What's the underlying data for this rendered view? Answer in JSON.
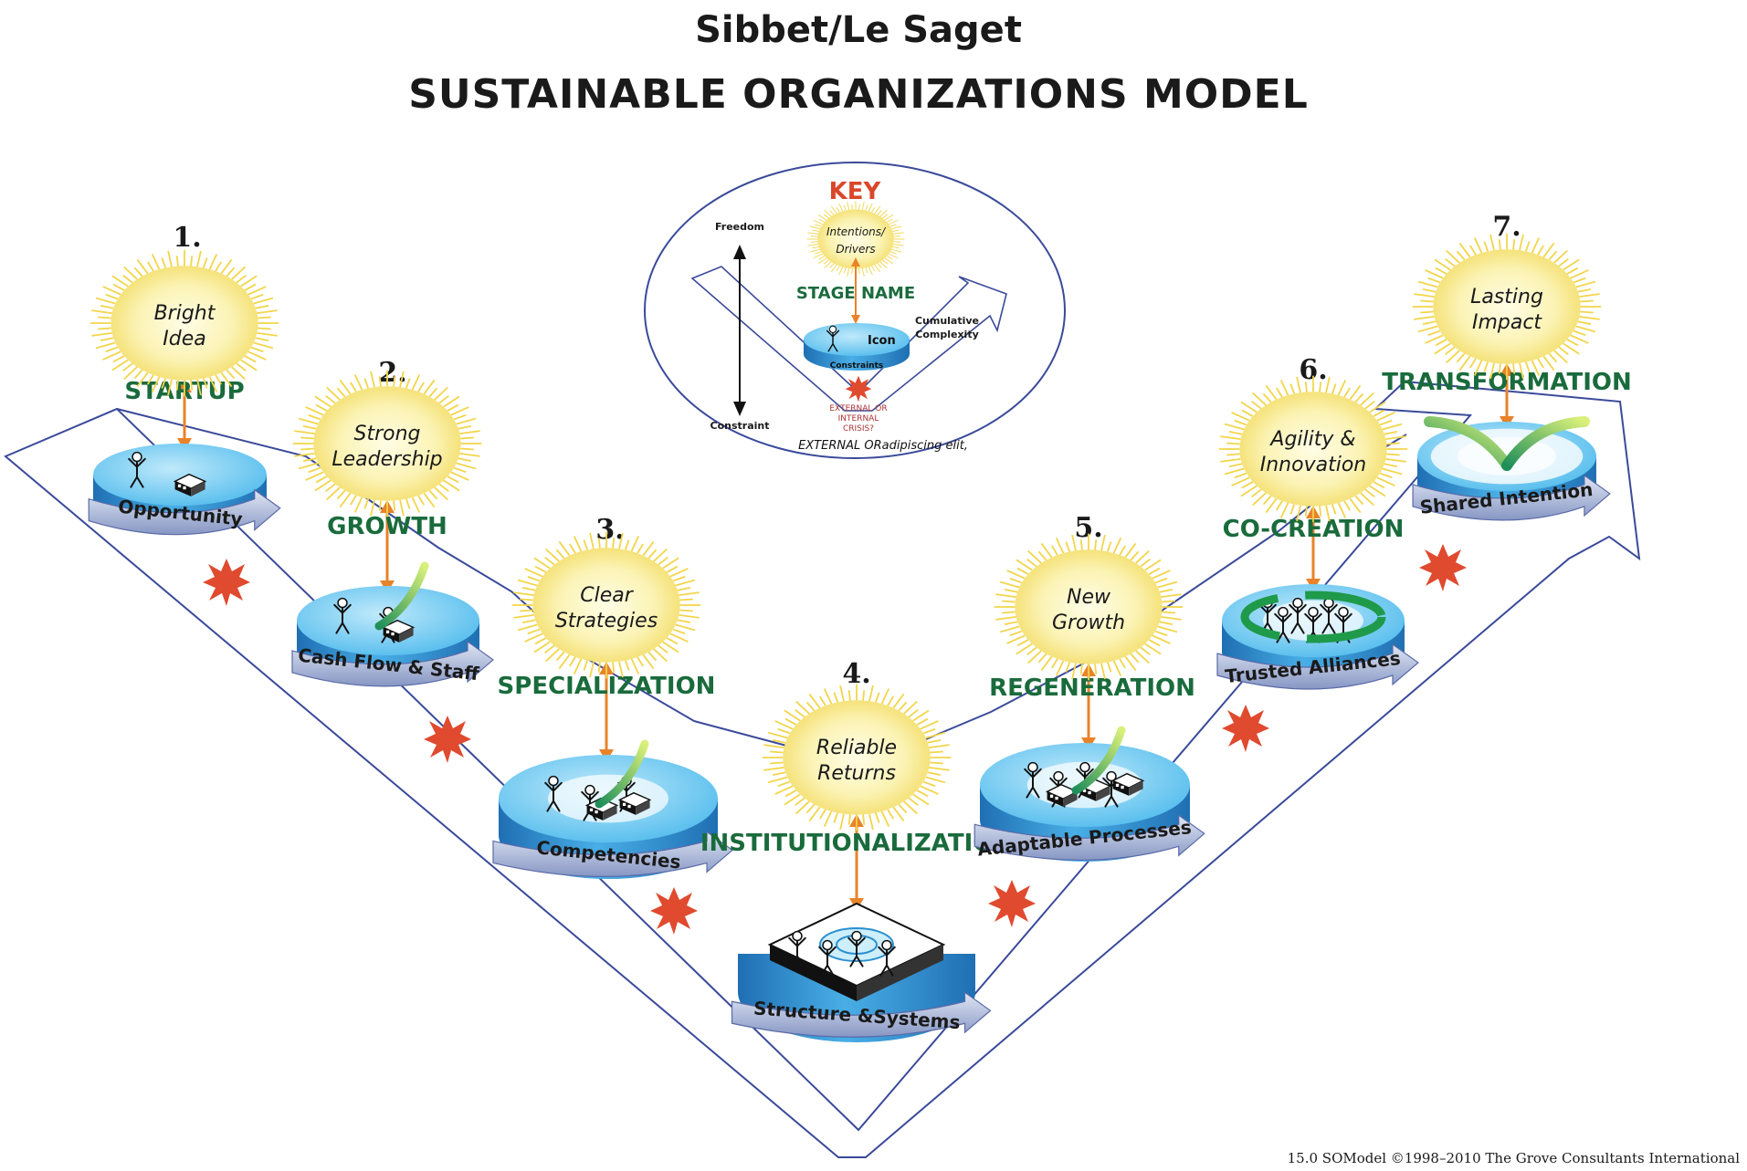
{
  "header": {
    "author": "Sibbet/Le Saget",
    "title": "SUSTAINABLE ORGANIZATIONS MODEL"
  },
  "stages": [
    {
      "number": "1.",
      "name": "STARTUP",
      "driver_line1": "Bright",
      "driver_line2": "Idea",
      "constraint": "Opportunity"
    },
    {
      "number": "2.",
      "name": "GROWTH",
      "driver_line1": "Strong",
      "driver_line2": "Leadership",
      "constraint": "Cash Flow & Staff"
    },
    {
      "number": "3.",
      "name": "SPECIALIZATION",
      "driver_line1": "Clear",
      "driver_line2": "Strategies",
      "constraint": "Competencies"
    },
    {
      "number": "4.",
      "name": "INSTITUTIONALIZATION",
      "driver_line1": "Reliable",
      "driver_line2": "Returns",
      "constraint": "Structure &Systems"
    },
    {
      "number": "5.",
      "name": "REGENERATION",
      "driver_line1": "New",
      "driver_line2": "Growth",
      "constraint": "Adaptable Processes"
    },
    {
      "number": "6.",
      "name": "CO-CREATION",
      "driver_line1": "Agility &",
      "driver_line2": "Innovation",
      "constraint": "Trusted Alliances"
    },
    {
      "number": "7.",
      "name": "TRANSFORMATION",
      "driver_line1": "Lasting",
      "driver_line2": "Impact",
      "constraint": "Shared Intention"
    }
  ],
  "key": {
    "title": "KEY",
    "freedom": "Freedom",
    "constraint": "Constraint",
    "driver_line1": "Intentions/",
    "driver_line2": "Drivers",
    "stage_name": "STAGE NAME",
    "icon": "Icon",
    "constraints": "Constraints",
    "complexity_line1": "Cumulative",
    "complexity_line2": "Complexity",
    "crisis_line1": "EXTERNAL OR",
    "crisis_line2": "INTERNAL",
    "crisis_line3": "CRISIS?",
    "crisis_caption": "EXTERNAL ORadipiscing elit,"
  },
  "footer": {
    "copyright": "15.0 SOModel ©1998–2010 The Grove Consultants International"
  },
  "colors": {
    "stage_name": "#1a6b3c",
    "key_title": "#d9472b",
    "arrow": "#e8832a",
    "burst": "#e04a2f",
    "disc_top": "#7fd0f2",
    "disc_side": "#2a8fcf",
    "outline": "#3a4a9a",
    "sun": "#f7eb9b"
  },
  "icons": [
    "sunburst-icon",
    "crisis-star-icon",
    "person-icon",
    "building-icon",
    "cycle-arrow-icon"
  ]
}
